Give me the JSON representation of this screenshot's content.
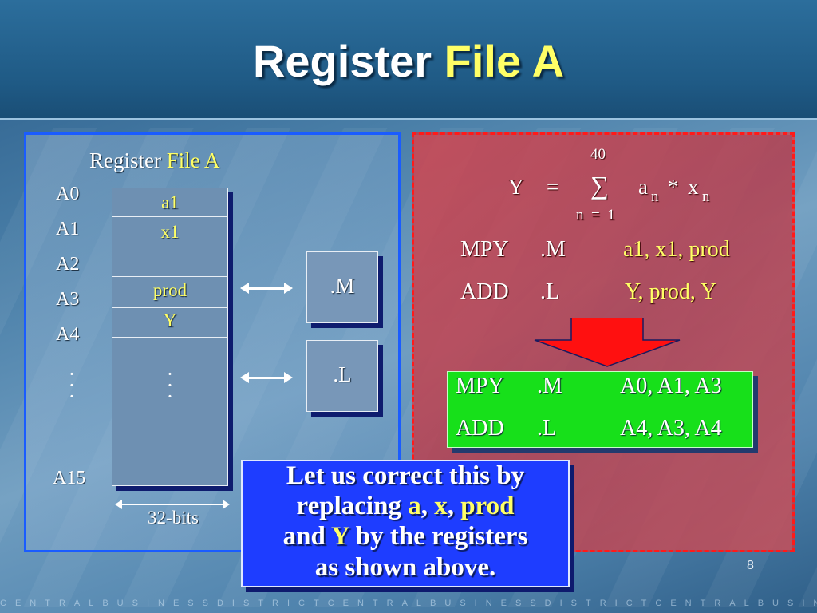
{
  "slide": {
    "title_part1": "Register",
    "title_part2": "File A",
    "page_number": "8",
    "footer": "CENTRALBUSINESSDISTRICTCENTRALBUSINESSDISTRICTCENTRALBUSINESSDISTRICTCENTRALBUSINESS"
  },
  "register_file": {
    "heading_part1": "Register",
    "heading_part2": "File A",
    "registers": [
      "A0",
      "A1",
      "A2",
      "A3",
      "A4",
      "A15"
    ],
    "ellipsis": "·\n·\n·",
    "cells": [
      "a1",
      "x1",
      "",
      "prod",
      "Y"
    ],
    "width_label": "32-bits"
  },
  "units": {
    "m": ".M",
    "l": ".L"
  },
  "equation": {
    "upper_limit": "40",
    "lhs": "Y",
    "equals": "=",
    "sigma": "∑",
    "a": "a",
    "sub_n": "n",
    "times": "*",
    "x": "x",
    "lower_limit": "n  =  1"
  },
  "code_before": [
    {
      "op": "MPY",
      "unit": ".M",
      "args": "a1, x1, prod"
    },
    {
      "op": "ADD",
      "unit": ".L",
      "args": "Y, prod, Y"
    }
  ],
  "code_after": [
    {
      "op": "MPY",
      "unit": ".M",
      "args": "A0, A1, A3"
    },
    {
      "op": "ADD",
      "unit": ".L",
      "args": "A4, A3, A4"
    }
  ],
  "callout": {
    "line1": "Let us correct this by",
    "line2_pre": "replacing ",
    "line2_a": "a",
    "line2_sep1": ", ",
    "line2_x": "x",
    "line2_sep2": ", ",
    "line2_prod": "prod",
    "line3_pre": "and ",
    "line3_y": "Y",
    "line3_post": " by the registers",
    "line4": "as shown above."
  },
  "colors": {
    "highlight": "#ffff66",
    "left_border": "#1a5cff",
    "right_border": "#ff1a1a",
    "green_box": "#17e01a",
    "callout_bg": "#1e3dff"
  }
}
